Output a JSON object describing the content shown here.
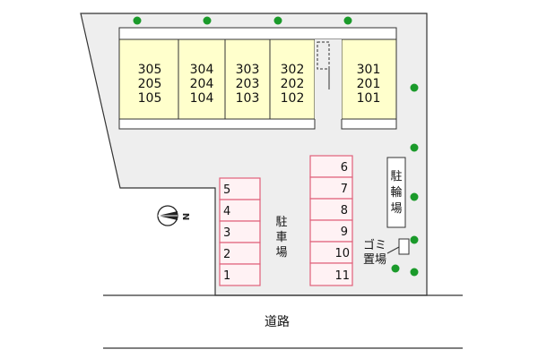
{
  "buildings": {
    "units": [
      {
        "rooms": [
          "305",
          "205",
          "105"
        ]
      },
      {
        "rooms": [
          "304",
          "204",
          "104"
        ]
      },
      {
        "rooms": [
          "303",
          "203",
          "103"
        ]
      },
      {
        "rooms": [
          "302",
          "202",
          "102"
        ]
      },
      {
        "rooms": [
          "301",
          "201",
          "101"
        ]
      }
    ]
  },
  "parking": {
    "label_chars": [
      "駐",
      "車",
      "場"
    ],
    "left_slots": [
      "5",
      "4",
      "3",
      "2",
      "1"
    ],
    "right_slots": [
      "6",
      "7",
      "8",
      "9",
      "10",
      "11"
    ]
  },
  "bicycle_parking": {
    "label_chars": [
      "駐",
      "輪",
      "場"
    ]
  },
  "garbage": {
    "line1": "ゴミ",
    "line2": "置場"
  },
  "road": {
    "label": "道路"
  },
  "compass": {
    "label": "N"
  },
  "colors": {
    "building_fill": "#ffffcc",
    "site_fill": "#eeeeee",
    "parking_stroke": "#e0607a",
    "parking_fill": "#fff2f4",
    "tree": "#1a9a2a"
  }
}
